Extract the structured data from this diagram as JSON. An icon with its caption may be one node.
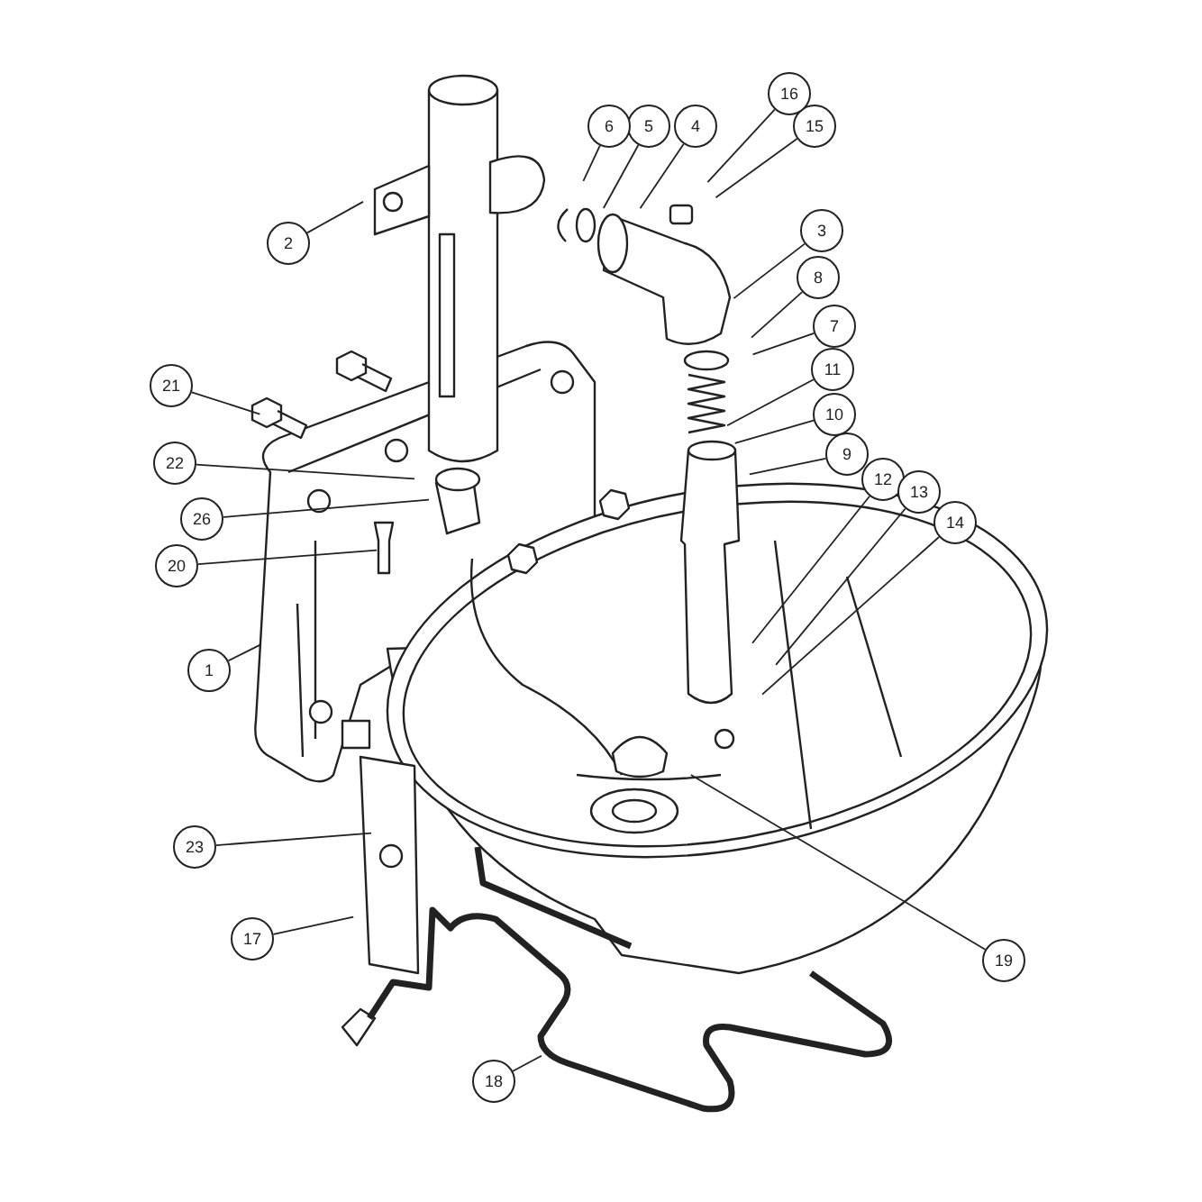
{
  "diagram": {
    "nodes": [
      {
        "text": [
          "1"
        ]
      },
      {
        "text": [
          "2"
        ]
      },
      {
        "text": [
          "3"
        ]
      },
      {
        "text": [
          "4"
        ]
      },
      {
        "text": [
          "5"
        ]
      },
      {
        "text": [
          "6"
        ]
      },
      {
        "text": [
          "7"
        ]
      },
      {
        "text": [
          "8"
        ]
      },
      {
        "text": [
          "9"
        ]
      },
      {
        "text": [
          "10"
        ]
      },
      {
        "text": [
          "11"
        ]
      },
      {
        "text": [
          "12"
        ]
      },
      {
        "text": [
          "13"
        ]
      },
      {
        "text": [
          "14"
        ]
      },
      {
        "text": [
          "15"
        ]
      },
      {
        "text": [
          "16"
        ]
      },
      {
        "text": [
          "17"
        ]
      },
      {
        "text": [
          "18"
        ]
      },
      {
        "text": [
          "19"
        ]
      },
      {
        "text": [
          "20"
        ]
      },
      {
        "text": [
          "21"
        ]
      },
      {
        "text": [
          "22"
        ]
      },
      {
        "text": [
          "23"
        ]
      },
      {
        "text": [
          "26"
        ]
      }
    ],
    "edges": [
      {
        "from": 0,
        "to": null,
        "arrow": "none"
      },
      {
        "from": 1,
        "to": null,
        "arrow": "none"
      },
      {
        "from": 2,
        "to": null,
        "arrow": "none"
      },
      {
        "from": 3,
        "to": null,
        "arrow": "none"
      },
      {
        "from": 4,
        "to": null,
        "arrow": "none"
      },
      {
        "from": 5,
        "to": null,
        "arrow": "none"
      },
      {
        "from": 6,
        "to": null,
        "arrow": "none"
      },
      {
        "from": 7,
        "to": null,
        "arrow": "none"
      },
      {
        "from": 8,
        "to": null,
        "arrow": "none"
      },
      {
        "from": 9,
        "to": null,
        "arrow": "none"
      },
      {
        "from": 10,
        "to": null,
        "arrow": "none"
      },
      {
        "from": 11,
        "to": null,
        "arrow": "none"
      },
      {
        "from": 12,
        "to": null,
        "arrow": "none"
      },
      {
        "from": 13,
        "to": null,
        "arrow": "none"
      },
      {
        "from": 14,
        "to": null,
        "arrow": "none"
      },
      {
        "from": 15,
        "to": null,
        "arrow": "none"
      },
      {
        "from": 16,
        "to": null,
        "arrow": "none"
      },
      {
        "from": 17,
        "to": null,
        "arrow": "none"
      },
      {
        "from": 18,
        "to": null,
        "arrow": "none"
      },
      {
        "from": 19,
        "to": null,
        "arrow": "none"
      },
      {
        "from": 20,
        "to": null,
        "arrow": "none"
      },
      {
        "from": 21,
        "to": null,
        "arrow": "none"
      },
      {
        "from": 22,
        "to": null,
        "arrow": "none"
      },
      {
        "from": 23,
        "to": null,
        "arrow": "none"
      }
    ]
  }
}
